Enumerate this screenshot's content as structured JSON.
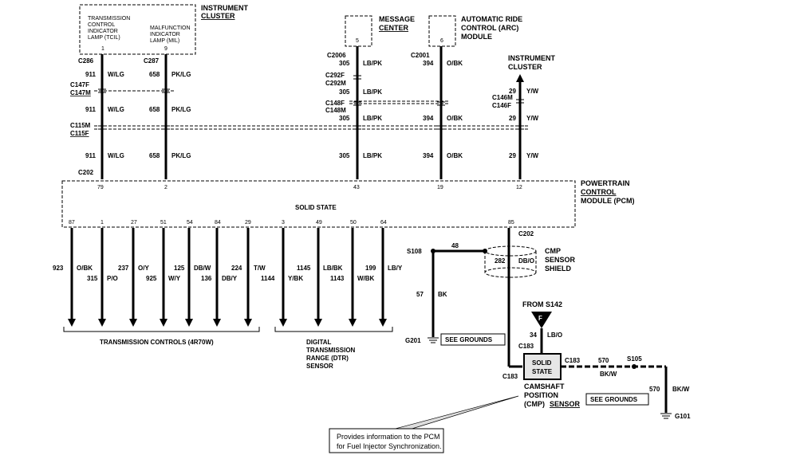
{
  "modules": {
    "instrument_cluster_top": {
      "line1": "INSTRUMENT",
      "line2": "CLUSTER"
    },
    "tcil": {
      "l1": "TRANSMISSION",
      "l2": "CONTROL",
      "l3": "INDICATOR",
      "l4": "LAMP (TCIL)",
      "pin": "1"
    },
    "mil": {
      "l1": "MALFUNCTION",
      "l2": "INDICATOR",
      "l3": "LAMP (MIL)",
      "pin": "9"
    },
    "message_center": {
      "line1": "MESSAGE",
      "line2": "CENTER",
      "pin": "5"
    },
    "arc": {
      "line1": "AUTOMATIC RIDE",
      "line2": "CONTROL (ARC)",
      "line3": "MODULE",
      "pin": "6"
    },
    "instrument_cluster_right": {
      "line1": "INSTRUMENT",
      "line2": "CLUSTER"
    },
    "pcm": {
      "line1": "POWERTRAIN",
      "line2": "CONTROL",
      "line3": "MODULE (PCM)",
      "state": "SOLID STATE",
      "top_pins": [
        "79",
        "2",
        "43",
        "19",
        "12"
      ],
      "bottom_pins": [
        "87",
        "1",
        "27",
        "51",
        "54",
        "84",
        "29",
        "3",
        "49",
        "50",
        "64",
        "85"
      ]
    },
    "cmp_sensor": {
      "state1": "SOLID",
      "state2": "STATE",
      "line1": "CAMSHAFT",
      "line2": "POSITION",
      "line3": "(CMP)",
      "line4": "SENSOR"
    },
    "cmp_shield": {
      "line1": "CMP",
      "line2": "SENSOR",
      "line3": "SHIELD"
    }
  },
  "connectors": {
    "c286": "C286",
    "c287": "C287",
    "c2006": "C2006",
    "c2001": "C2001",
    "c292f": "C292F",
    "c292m": "C292M",
    "c147f": "C147F",
    "c147m": "C147M",
    "c148f": "C148F",
    "c148m": "C148M",
    "c146m": "C146M",
    "c146f": "C146F",
    "c115m": "C115M",
    "c115f": "C115F",
    "c202a": "C202",
    "c202b": "C202",
    "c183a": "C183",
    "c183b": "C183",
    "c183c": "C183",
    "s108": "S108",
    "s105": "S105",
    "g201": "G201",
    "g101": "G101"
  },
  "wires": {
    "w911": {
      "num": "911",
      "color": "W/LG"
    },
    "w658": {
      "num": "658",
      "color": "PK/LG"
    },
    "w305": {
      "num": "305",
      "color": "LB/PK"
    },
    "w394": {
      "num": "394",
      "color": "O/BK"
    },
    "w29": {
      "num": "29",
      "color": "Y/W"
    },
    "w923": {
      "num": "923",
      "color": "O/BK"
    },
    "w315": {
      "num": "315",
      "color": "P/O"
    },
    "w237": {
      "num": "237",
      "color": "O/Y"
    },
    "w925": {
      "num": "925",
      "color": "W/Y"
    },
    "w125": {
      "num": "125",
      "color": "DB/W"
    },
    "w136": {
      "num": "136",
      "color": "DB/Y"
    },
    "w224": {
      "num": "224",
      "color": "T/W"
    },
    "w1144": {
      "num": "1144",
      "color": "Y/BK"
    },
    "w1145": {
      "num": "1145",
      "color": "LB/BK"
    },
    "w1143": {
      "num": "1143",
      "color": "W/BK"
    },
    "w199": {
      "num": "199",
      "color": "LB/Y"
    },
    "w48": {
      "num": "48"
    },
    "w282": {
      "num": "282",
      "color": "DB/O"
    },
    "w57": {
      "num": "57",
      "color": "BK"
    },
    "w34": {
      "num": "34",
      "color": "LB/O"
    },
    "w570a": {
      "num": "570",
      "color": "BK/W"
    },
    "w570b": {
      "num": "570",
      "color": "BK/W"
    }
  },
  "labels": {
    "transmission_controls": "TRANSMISSION CONTROLS (4R70W)",
    "dtr1": "DIGITAL",
    "dtr2": "TRANSMISSION",
    "dtr3": "RANGE (DTR)",
    "dtr4": "SENSOR",
    "from_s142": "FROM S142",
    "f": "F",
    "see_grounds_1": "SEE GROUNDS",
    "see_grounds_2": "SEE GROUNDS",
    "note1": "Provides information to the PCM",
    "note2": "for Fuel Injector Synchronization."
  }
}
